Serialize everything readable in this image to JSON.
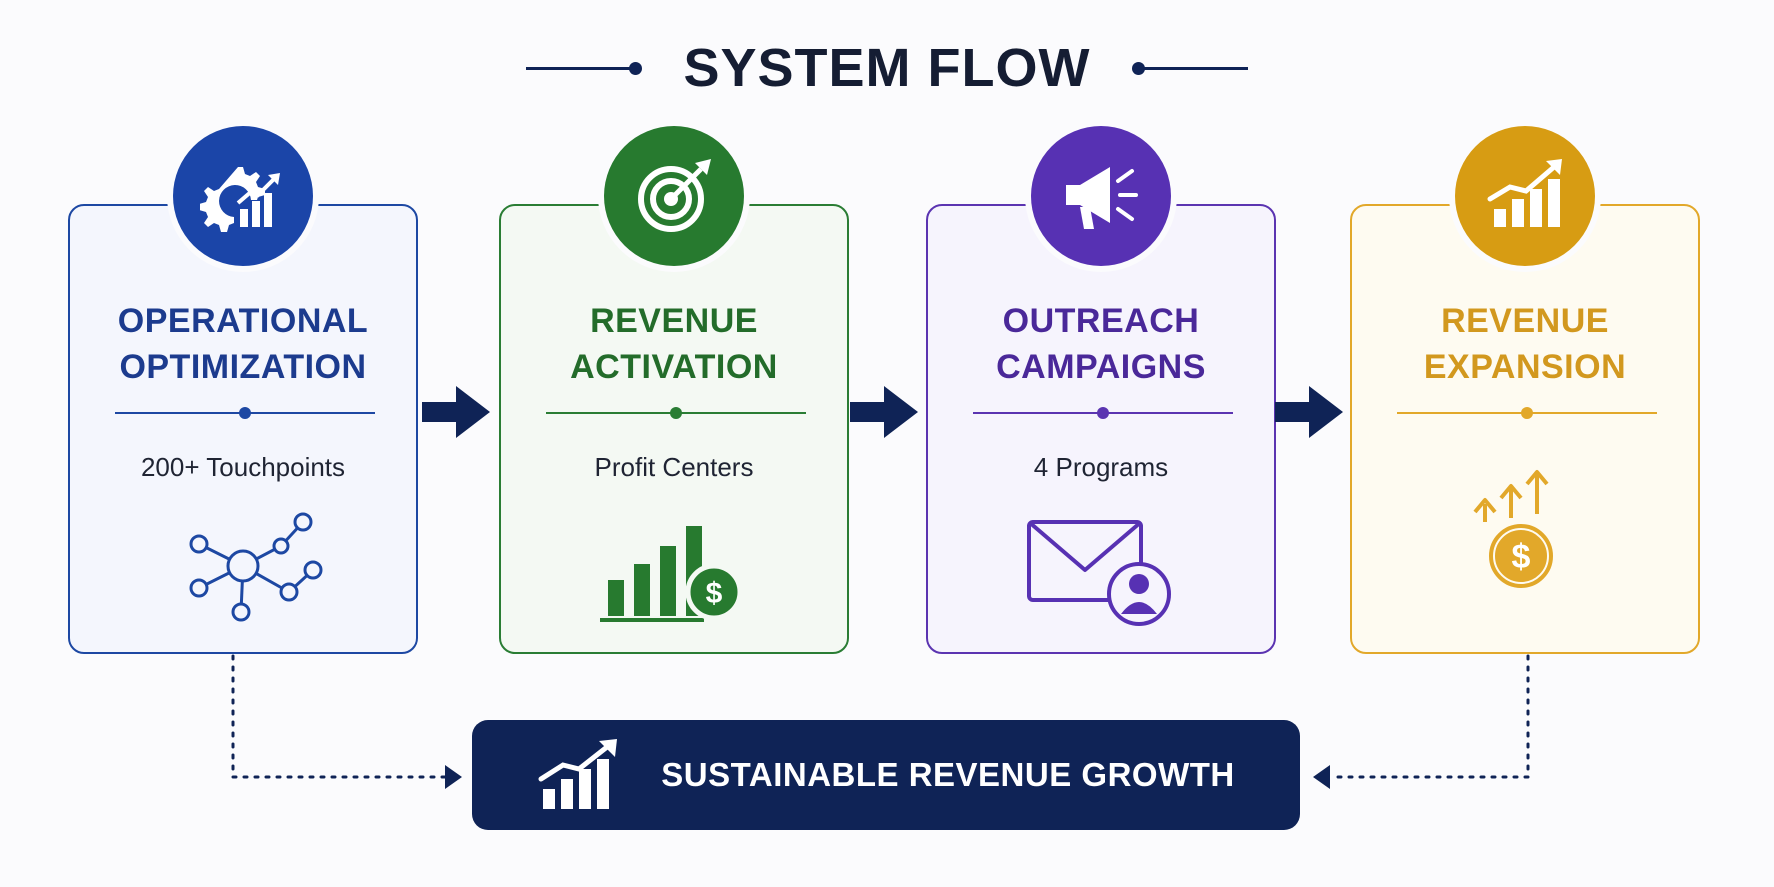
{
  "title": "SYSTEM FLOW",
  "cards": [
    {
      "title_line1": "OPERATIONAL",
      "title_line2": "OPTIMIZATION",
      "subtitle": "200+ Touchpoints",
      "badge_icon": "gear-growth-icon",
      "art_icon": "network-nodes-icon",
      "color": "#1d48a3"
    },
    {
      "title_line1": "REVENUE",
      "title_line2": "ACTIVATION",
      "subtitle": "Profit Centers",
      "badge_icon": "target-arrow-icon",
      "art_icon": "bar-chart-dollar-icon",
      "color": "#2a7d34"
    },
    {
      "title_line1": "OUTREACH",
      "title_line2": "CAMPAIGNS",
      "subtitle": "4 Programs",
      "badge_icon": "megaphone-icon",
      "art_icon": "envelope-user-icon",
      "color": "#5b34b1"
    },
    {
      "title_line1": "REVENUE",
      "title_line2": "EXPANSION",
      "subtitle": "",
      "badge_icon": "growth-chart-icon",
      "art_icon": "dollar-coin-arrows-icon",
      "color": "#e2a82a"
    }
  ],
  "footer": {
    "label": "SUSTAINABLE REVENUE GROWTH",
    "icon": "growth-chart-icon",
    "color": "#0f2356"
  }
}
